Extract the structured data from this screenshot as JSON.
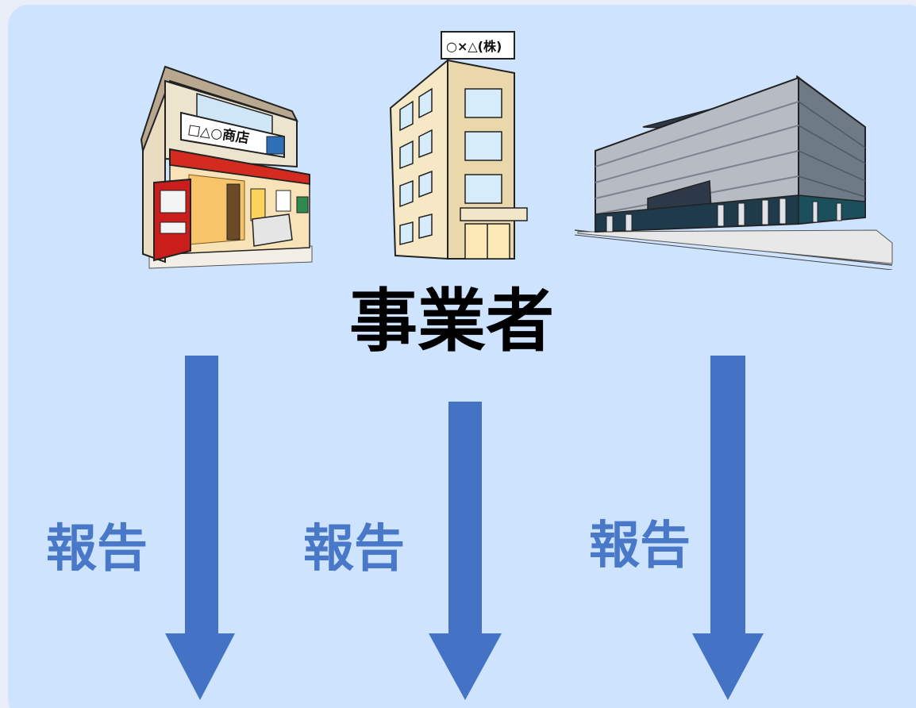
{
  "diagram": {
    "title": "事業者",
    "buildings": [
      {
        "id": "shop",
        "sign": "□△○商店"
      },
      {
        "id": "office",
        "sign": "○×△(株)"
      },
      {
        "id": "mall",
        "sign": ""
      }
    ],
    "arrows": [
      {
        "label": "報告"
      },
      {
        "label": "報告"
      },
      {
        "label": "報告"
      }
    ],
    "colors": {
      "panel_background": "#cde3fe",
      "arrow": "#4472c4",
      "label": "#4a78c8",
      "title": "#000000"
    }
  }
}
